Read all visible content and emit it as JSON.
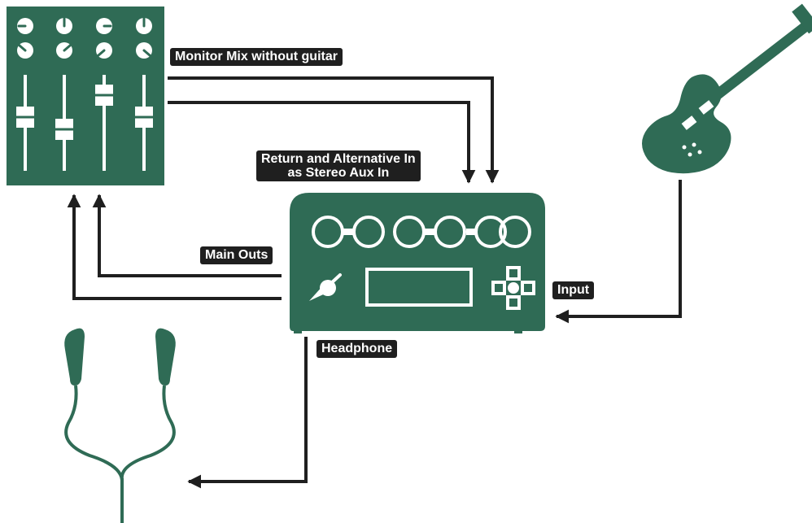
{
  "labels": {
    "monitor_mix": "Monitor Mix without guitar",
    "return_line1": "Return and Alternative In",
    "return_line2": "as Stereo Aux In",
    "main_outs": "Main Outs",
    "input": "Input",
    "headphone": "Headphone"
  },
  "colors": {
    "device_green": "#2f6b55",
    "line_dark": "#1f1f1f",
    "label_bg": "#1f1f1f",
    "label_text": "#ffffff",
    "background": "#ffffff"
  },
  "icons": [
    "mixer-icon",
    "amp-modeler-icon",
    "guitar-icon",
    "earphones-icon",
    "arrow-icon"
  ]
}
